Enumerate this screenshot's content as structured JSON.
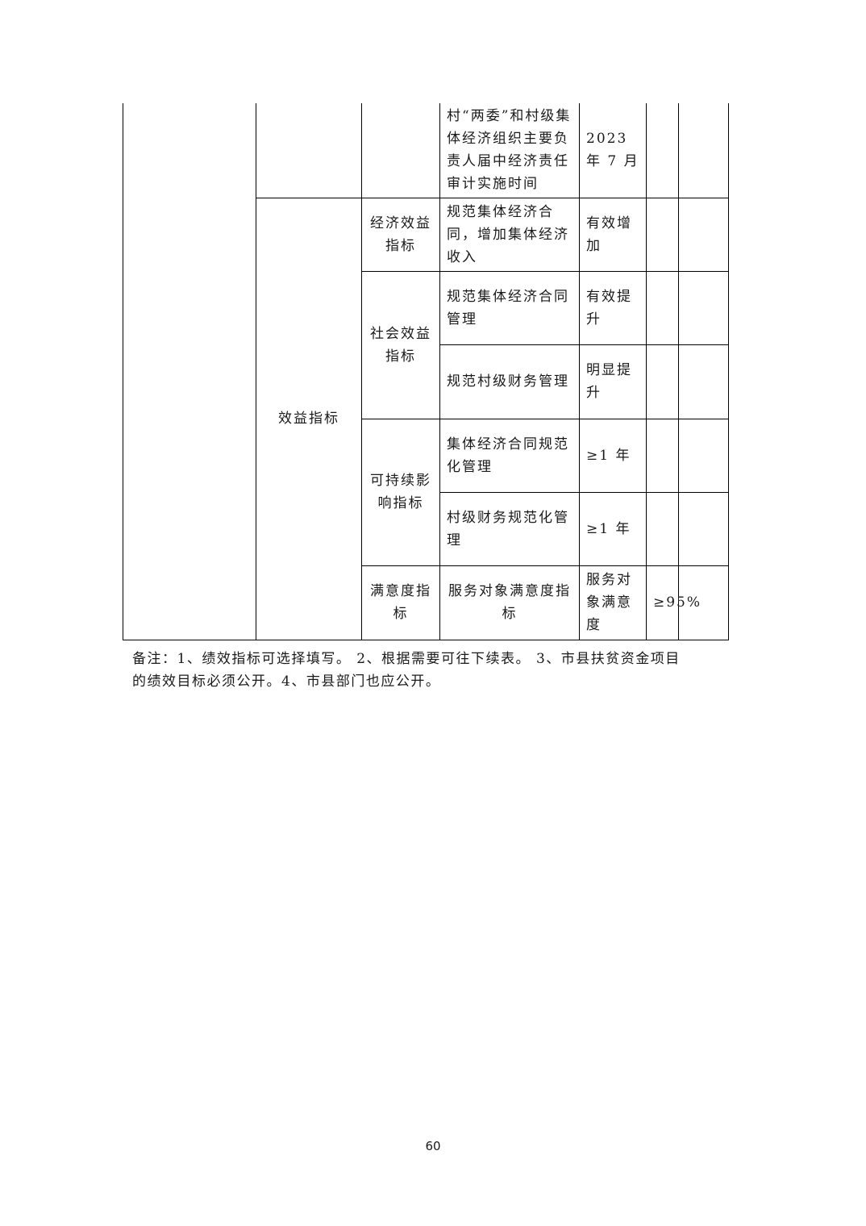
{
  "table": {
    "row_audit": {
      "indicator": "村“两委”和村级集体经济组织主要负责人届中经济责任审计实施时间",
      "value": "2023 年 7 月"
    },
    "benefit_group": "效益指标",
    "economic": {
      "category": "经济效益指标",
      "indicator": "规范集体经济合同，增加集体经济收入",
      "value": "有效增加"
    },
    "social": {
      "category": "社会效益指标",
      "row1_indicator": "规范集体经济合同管理",
      "row1_value": "有效提升",
      "row2_indicator": "规范村级财务管理",
      "row2_value": "明显提升"
    },
    "sustain": {
      "category": "可持续影响指标",
      "row1_indicator": "集体经济合同规范化管理",
      "row1_value": "≥1 年",
      "row2_indicator": "村级财务规范化管理",
      "row2_value": "≥1 年"
    },
    "satisfaction": {
      "group": "满意度指标",
      "category": "服务对象满意度指标",
      "indicator": "服务对象满意度",
      "value": "≥95%"
    }
  },
  "note": "备注：1、绩效指标可选择填写。 2、根据需要可往下续表。 3、市县扶贫资金项目的绩效目标必须公开。4、市县部门也应公开。",
  "page_number": "60"
}
